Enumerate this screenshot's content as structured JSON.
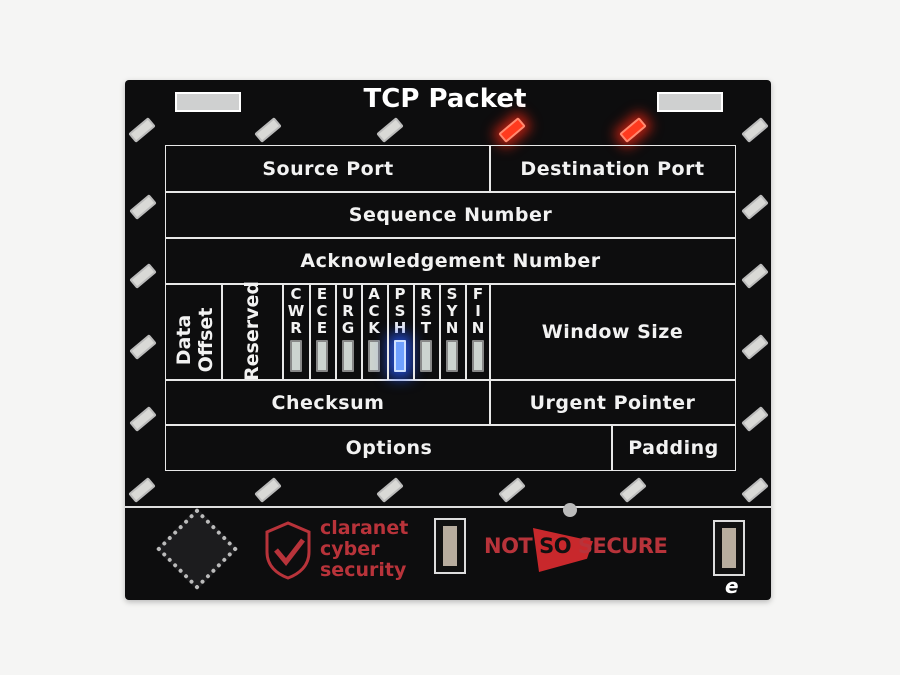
{
  "title": "TCP Packet",
  "fields": {
    "source_port": "Source Port",
    "destination_port": "Destination Port",
    "sequence_number": "Sequence Number",
    "acknowledgement_number": "Acknowledgement Number",
    "data_offset": [
      "Data",
      "Offset"
    ],
    "reserved": "Reserved",
    "window_size": "Window Size",
    "checksum": "Checksum",
    "urgent_pointer": "Urgent Pointer",
    "options": "Options",
    "padding": "Padding"
  },
  "flags": [
    {
      "label": [
        "C",
        "W",
        "R"
      ],
      "lit": false
    },
    {
      "label": [
        "E",
        "C",
        "E"
      ],
      "lit": false
    },
    {
      "label": [
        "U",
        "R",
        "G"
      ],
      "lit": false
    },
    {
      "label": [
        "A",
        "C",
        "K"
      ],
      "lit": false
    },
    {
      "label": [
        "P",
        "S",
        "H"
      ],
      "lit": true
    },
    {
      "label": [
        "R",
        "S",
        "T"
      ],
      "lit": false
    },
    {
      "label": [
        "S",
        "Y",
        "N"
      ],
      "lit": false
    },
    {
      "label": [
        "F",
        "I",
        "N"
      ],
      "lit": false
    }
  ],
  "logos": {
    "claranet": [
      "claranet",
      "cyber",
      "security"
    ],
    "notsosecure": [
      "NOT",
      "SO",
      "SECURE"
    ],
    "maker_mark": "e"
  },
  "colors": {
    "board": "#0d0d0e",
    "silkscreen": "#f2f2f2",
    "logo_red": "#b8333a",
    "led_red": "#ff3a1e",
    "led_blue": "#3c6cff"
  }
}
